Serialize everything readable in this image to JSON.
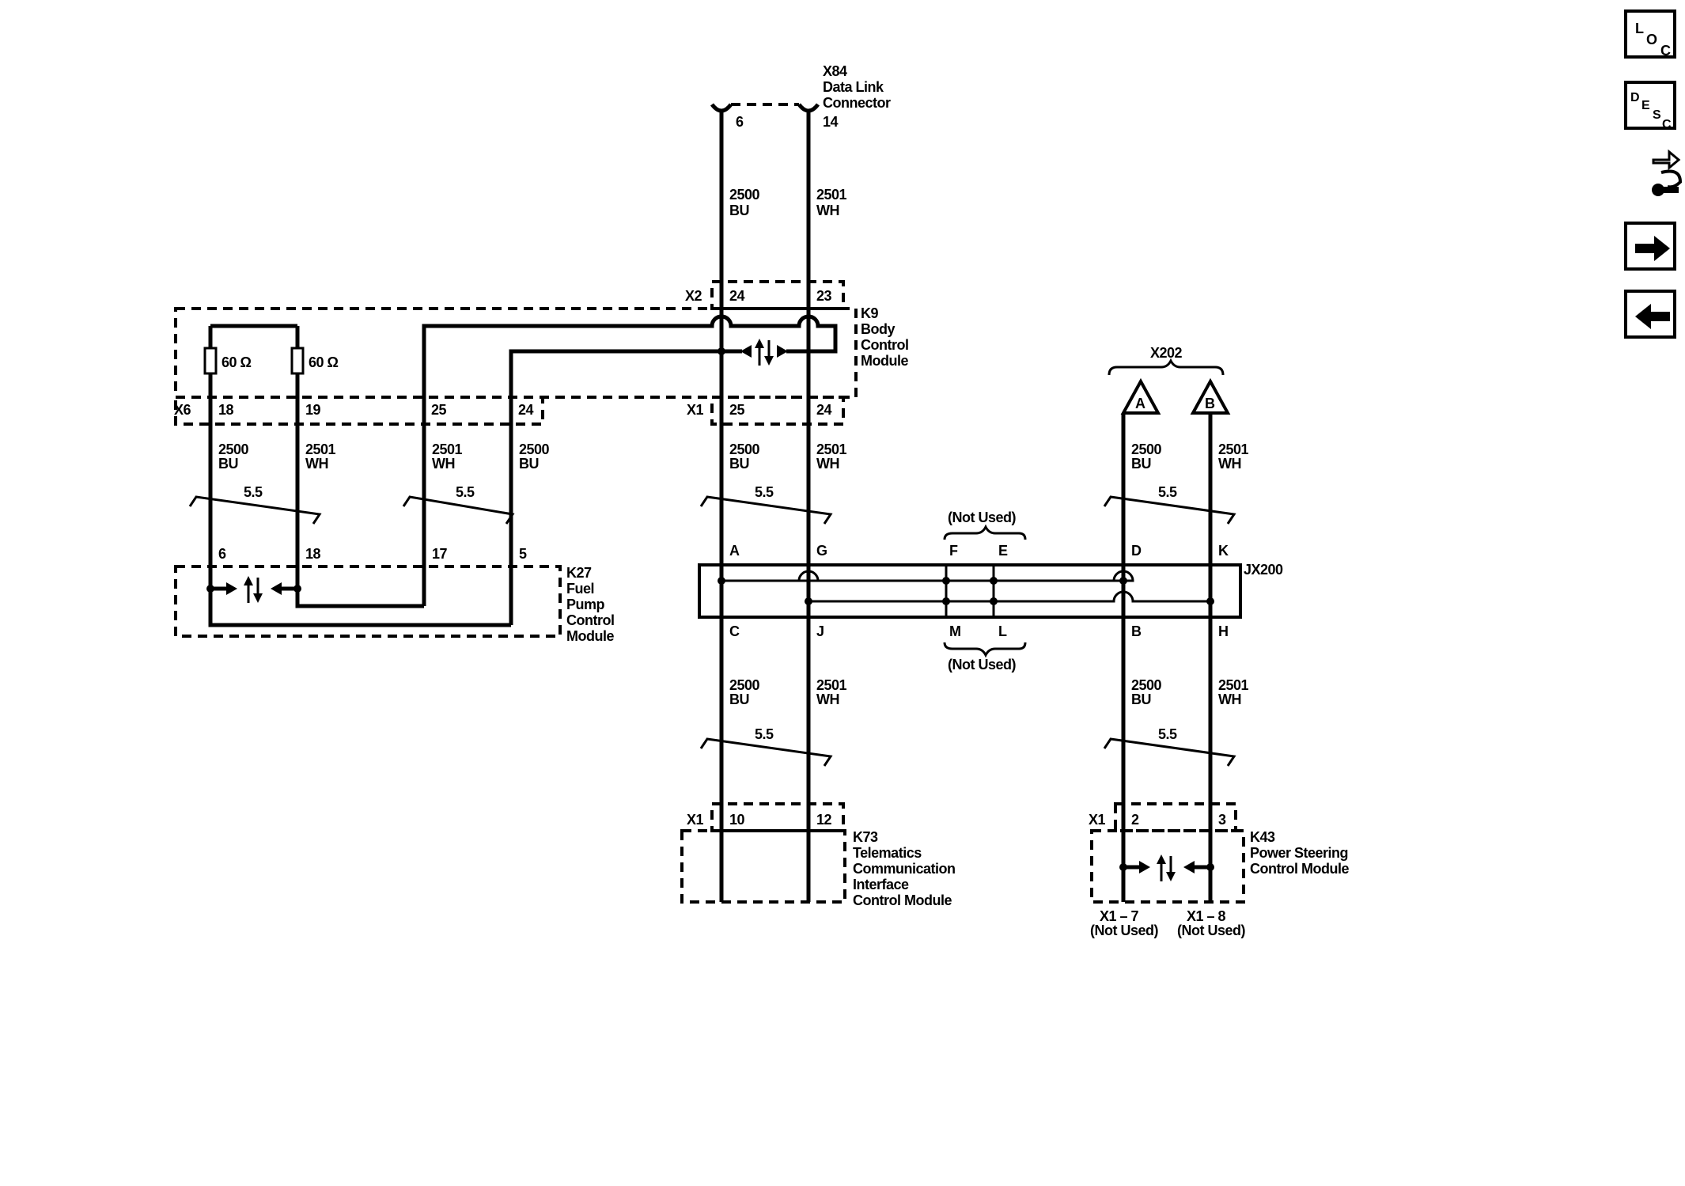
{
  "x84": {
    "ref": "X84",
    "name_l1": "Data Link",
    "name_l2": "Connector",
    "pin_a": "6",
    "pin_b": "14"
  },
  "k9": {
    "ref": "K9",
    "name_l1": "Body",
    "name_l2": "Control",
    "name_l3": "Module",
    "conn_top": "X2",
    "pin_t1": "24",
    "pin_t2": "23",
    "conn_right": "X1",
    "pin_r1": "25",
    "pin_r2": "24",
    "conn_left": "X6",
    "pin_l1": "18",
    "pin_l2": "19",
    "pin_l3": "25",
    "pin_l4": "24",
    "res1": "60 Ω",
    "res2": "60 Ω"
  },
  "k27": {
    "ref": "K27",
    "name_l1": "Fuel",
    "name_l2": "Pump",
    "name_l3": "Control",
    "name_l4": "Module",
    "pin1": "6",
    "pin2": "18",
    "pin3": "17",
    "pin4": "5"
  },
  "k73": {
    "ref": "K73",
    "name_l1": "Telematics",
    "name_l2": "Communication",
    "name_l3": "Interface",
    "name_l4": "Control Module",
    "conn": "X1",
    "pin1": "10",
    "pin2": "12"
  },
  "k43": {
    "ref": "K43",
    "name_l1": "Power Steering",
    "name_l2": "Control Module",
    "conn": "X1",
    "pin1": "2",
    "pin2": "3",
    "nu1_l1": "X1 – 7",
    "nu1_l2": "(Not Used)",
    "nu2_l1": "X1 – 8",
    "nu2_l2": "(Not Used)"
  },
  "jx200": {
    "ref": "JX200",
    "pin_a": "A",
    "pin_g": "G",
    "pin_f": "F",
    "pin_e": "E",
    "pin_d": "D",
    "pin_k": "K",
    "pin_c": "C",
    "pin_j": "J",
    "pin_m": "M",
    "pin_l": "L",
    "pin_b": "B",
    "pin_h": "H",
    "not_used_top": "(Not Used)",
    "not_used_bottom": "(Not Used)"
  },
  "x202": {
    "ref": "X202",
    "tri_a": "A",
    "tri_b": "B"
  },
  "wires": {
    "bu_circuit": "2500",
    "bu_color": "BU",
    "wh_circuit": "2501",
    "wh_color": "WH",
    "twist": "5.5"
  },
  "nav": {
    "loc_icon": "loc-icon",
    "desc_icon": "desc-icon",
    "connector_icon": "connector-icon",
    "next_icon": "arrow-right-icon",
    "prev_icon": "arrow-left-icon"
  }
}
